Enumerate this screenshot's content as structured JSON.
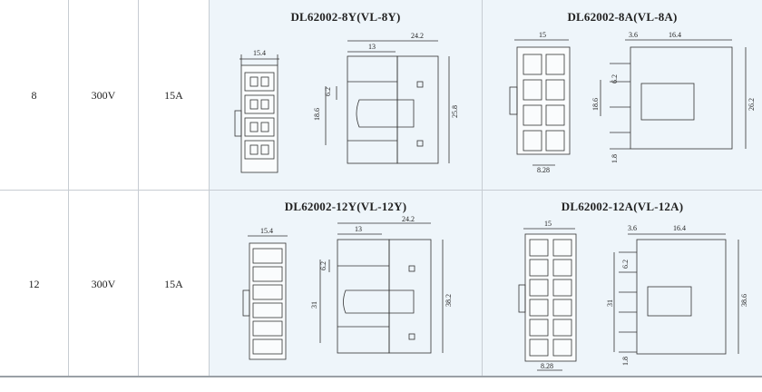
{
  "rows": [
    {
      "pins": "8",
      "voltage": "300V",
      "current": "15A",
      "left_model": "DL62002-8Y(VL-8Y)",
      "right_model": "DL62002-8A(VL-8A)",
      "left_dims": {
        "front_width": "15.4",
        "side_length": "24.2",
        "side_top": "13",
        "pitch": "6.2",
        "pitch_total": "18.6",
        "height": "25.8"
      },
      "right_dims": {
        "front_width": "15",
        "bottom_width": "8.28",
        "pitch": "6.2",
        "pitch_total": "18.6",
        "pin": "1.8",
        "offset": "3.6",
        "side_length": "16.4",
        "height": "26.2"
      }
    },
    {
      "pins": "12",
      "voltage": "300V",
      "current": "15A",
      "left_model": "DL62002-12Y(VL-12Y)",
      "right_model": "DL62002-12A(VL-12A)",
      "left_dims": {
        "front_width": "15.4",
        "side_length": "24.2",
        "side_top": "13",
        "pitch": "6.2",
        "pitch_total": "31",
        "height": "38.2"
      },
      "right_dims": {
        "front_width": "15",
        "bottom_width": "8.28",
        "pitch": "6.2",
        "pitch_total": "31",
        "pin": "1.8",
        "offset": "3.6",
        "side_length": "16.4",
        "height": "38.6"
      }
    }
  ]
}
